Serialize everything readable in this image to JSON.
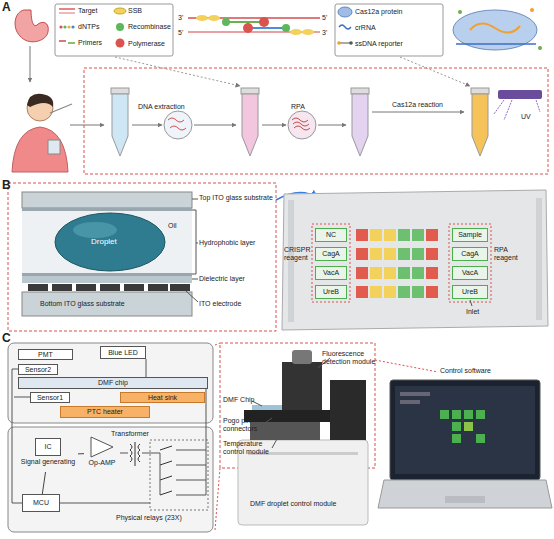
{
  "diagram": {
    "nodes": [
      {
        "text": [
          "NC"
        ]
      },
      {
        "text": [
          "CagA"
        ]
      },
      {
        "text": [
          "VacA"
        ]
      },
      {
        "text": [
          "UreB"
        ]
      },
      {
        "text": [
          "Sample"
        ]
      },
      {
        "text": [
          "CagA"
        ]
      },
      {
        "text": [
          "VacA"
        ]
      },
      {
        "text": [
          "UreB"
        ]
      },
      {
        "text": [
          "PMT"
        ]
      },
      {
        "text": [
          "Blue LED"
        ]
      },
      {
        "text": [
          "Sensor2"
        ]
      },
      {
        "text": [
          "DMF chip"
        ]
      },
      {
        "text": [
          "Sensor1"
        ]
      },
      {
        "text": [
          "Heat sink"
        ]
      },
      {
        "text": [
          "PTC heater"
        ]
      },
      {
        "text": [
          "IC",
          "Signal generating"
        ]
      },
      {
        "text": [
          "Op-AMP"
        ]
      },
      {
        "text": [
          "MCU"
        ]
      }
    ],
    "edges": [
      {
        "from": 15,
        "to": 16,
        "arrow": "none"
      },
      {
        "from": 17,
        "to": 15,
        "arrow": "none"
      }
    ],
    "labels": [
      "A",
      "DNA extraction",
      "RPA",
      "Cas12a reaction",
      "UV",
      "B",
      "Top ITO glass substrate",
      "Droplet",
      "Oil",
      "Hydrophobic layer",
      "Dielectric layer",
      "Bottom ITO glass substrate",
      "ITO electrode",
      "CRISPR reagent",
      "RPA reagent",
      "Inlet",
      "C",
      "Transformer",
      "Physical relays (23X)",
      "DMF Chip",
      "Fluorescence detection module",
      "Pogo pin connectors",
      "Temperature control module",
      "DMF droplet control module",
      "Control software",
      "3'",
      "5'",
      "5'",
      "3'"
    ],
    "legend": [
      {
        "text": "Target"
      },
      {
        "text": "SSB"
      },
      {
        "text": "dNTPs"
      },
      {
        "text": "Recombinase"
      },
      {
        "text": "Primers"
      },
      {
        "text": "Polymerase"
      },
      {
        "text": "Cas12a protein"
      },
      {
        "text": "crRNA"
      },
      {
        "text": "ssDNA reporter"
      }
    ]
  }
}
